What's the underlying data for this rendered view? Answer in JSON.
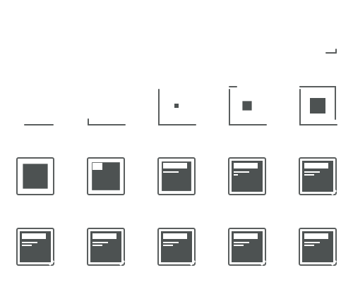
{
  "theme": {
    "stroke_color": "#5a5e5e",
    "fill_color": "#4d5252",
    "highlight_color": "#ffffff",
    "background_color": "#ffffff"
  },
  "sequence": {
    "description_visible": false,
    "frame_count": 15,
    "rows": [
      {
        "frames": [
          {
            "outline_sides": 0,
            "inner_fill": 0.0,
            "content_lines": 0,
            "corner_fold": false,
            "partial_dash": true
          },
          {
            "outline_sides": 1,
            "inner_fill": 0.0,
            "content_lines": 0,
            "corner_fold": false
          },
          {
            "outline_sides": 2,
            "inner_fill": 0.1,
            "content_lines": 0,
            "corner_fold": false
          },
          {
            "outline_sides": 3,
            "inner_fill": 0.3,
            "content_lines": 0,
            "corner_fold": false
          },
          {
            "outline_sides": 4,
            "inner_fill": 0.5,
            "content_lines": 0,
            "corner_fold": false
          }
        ]
      },
      {
        "frames": [
          {
            "outline_sides": 4,
            "inner_fill": 0.8,
            "content_lines": 0,
            "corner_fold": false
          },
          {
            "outline_sides": 4,
            "inner_fill": 0.9,
            "content_lines": 0,
            "corner_fold": false,
            "header_block": true
          },
          {
            "outline_sides": 4,
            "inner_fill": 0.95,
            "content_lines": 1,
            "corner_fold": false
          },
          {
            "outline_sides": 4,
            "inner_fill": 1.0,
            "content_lines": 2,
            "corner_fold": false
          },
          {
            "outline_sides": 4,
            "inner_fill": 1.0,
            "content_lines": 3,
            "corner_fold": true
          }
        ]
      },
      {
        "frames": [
          {
            "outline_sides": 4,
            "inner_fill": 1.0,
            "content_lines": 3,
            "corner_fold": true
          },
          {
            "outline_sides": 4,
            "inner_fill": 1.0,
            "content_lines": 3,
            "corner_fold": true
          },
          {
            "outline_sides": 4,
            "inner_fill": 1.0,
            "content_lines": 3,
            "corner_fold": true
          },
          {
            "outline_sides": 4,
            "inner_fill": 1.0,
            "content_lines": 3,
            "corner_fold": true
          },
          {
            "outline_sides": 4,
            "inner_fill": 1.0,
            "content_lines": 3,
            "corner_fold": true
          }
        ]
      }
    ]
  }
}
